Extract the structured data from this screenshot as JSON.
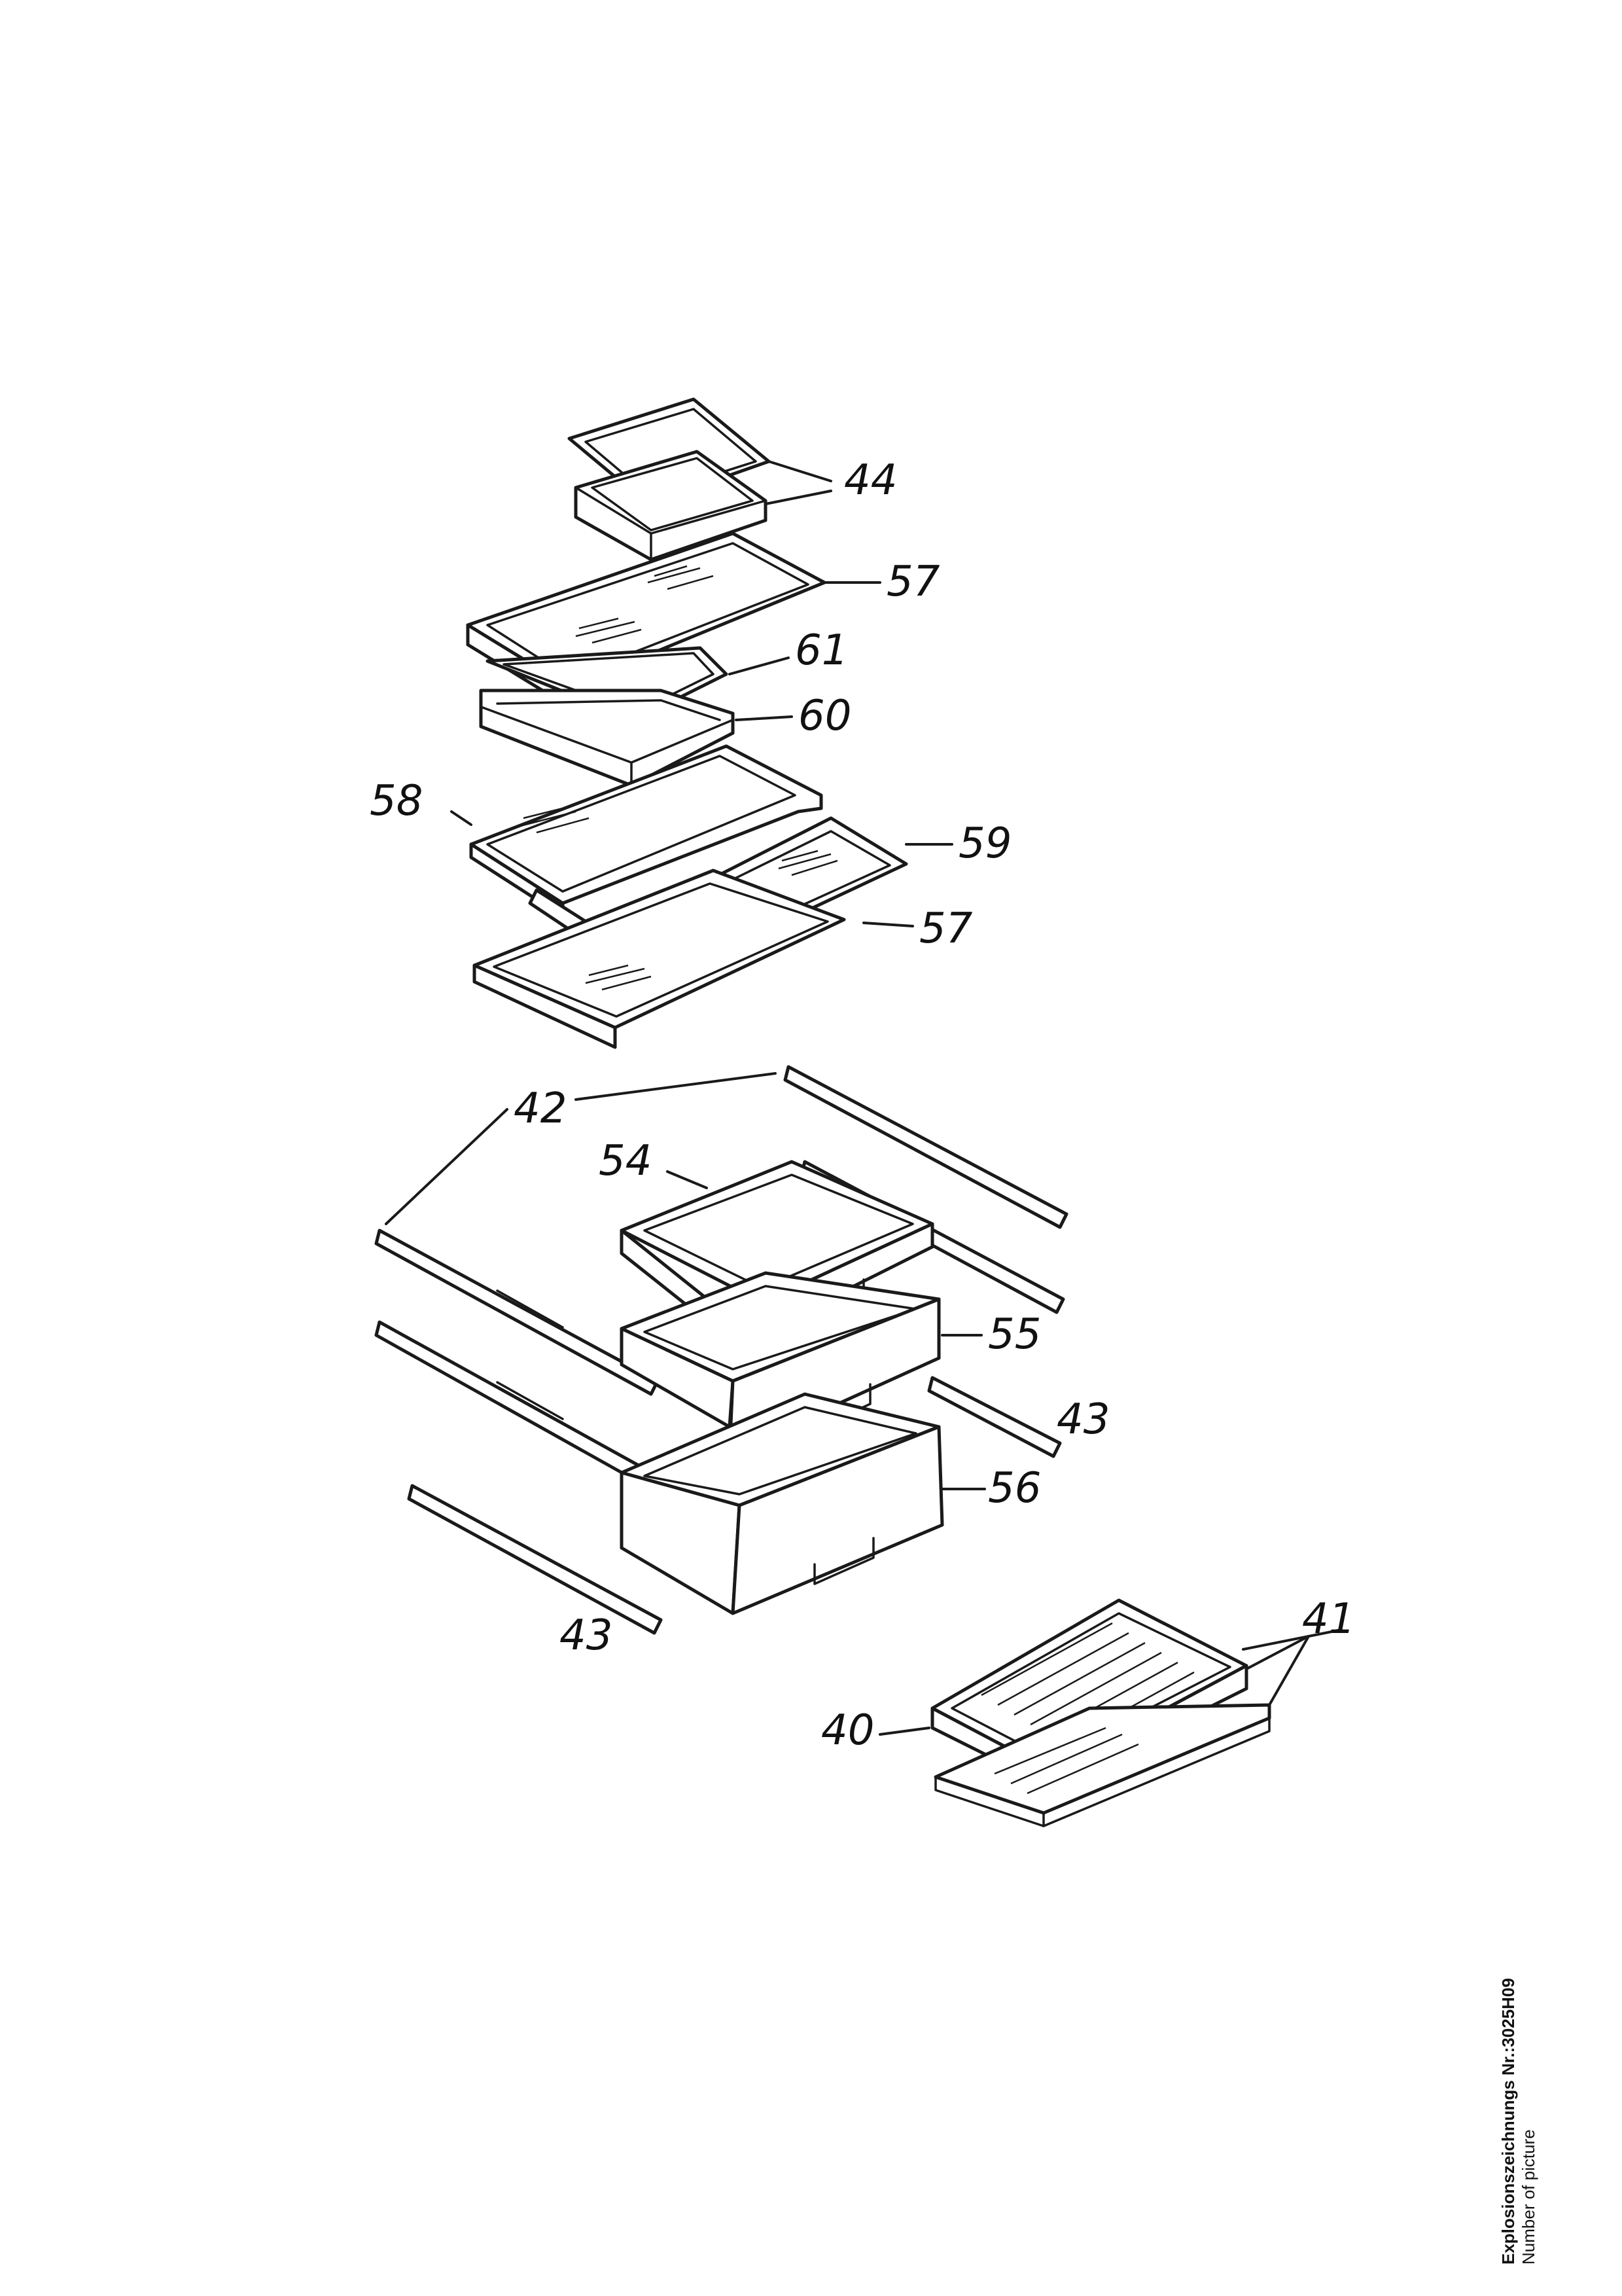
{
  "callouts": {
    "c44": "44",
    "c57a": "57",
    "c61": "61",
    "c60": "60",
    "c58": "58",
    "c59": "59",
    "c57b": "57",
    "c42": "42",
    "c54": "54",
    "c55": "55",
    "c43a": "43",
    "c56": "56",
    "c43b": "43",
    "c41": "41",
    "c40": "40"
  },
  "caption": {
    "title": "Explosionszeichnungs Nr.:3025H09",
    "subtitle": "Number of picture"
  }
}
